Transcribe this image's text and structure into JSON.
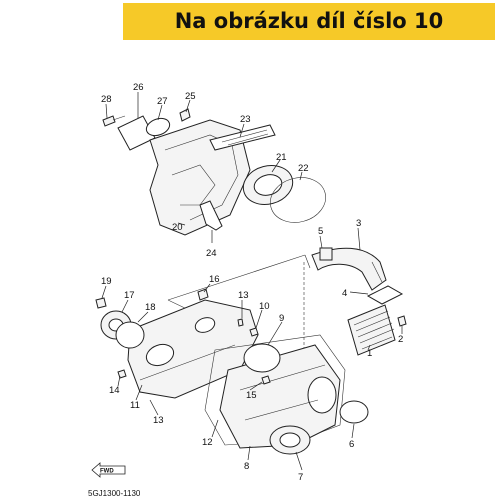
{
  "banner": {
    "text": "Na obrázku díl číslo 10",
    "color": "#f6c928"
  },
  "diagram": {
    "part_labels": [
      "1",
      "2",
      "3",
      "4",
      "5",
      "6",
      "7",
      "8",
      "9",
      "10",
      "11",
      "12",
      "13",
      "13",
      "14",
      "15",
      "16",
      "17",
      "18",
      "19",
      "20",
      "21",
      "22",
      "23",
      "24",
      "25",
      "26",
      "27",
      "28"
    ],
    "fwd_icon_label": "FWD",
    "drawing_code": "5GJ1300-1130"
  }
}
